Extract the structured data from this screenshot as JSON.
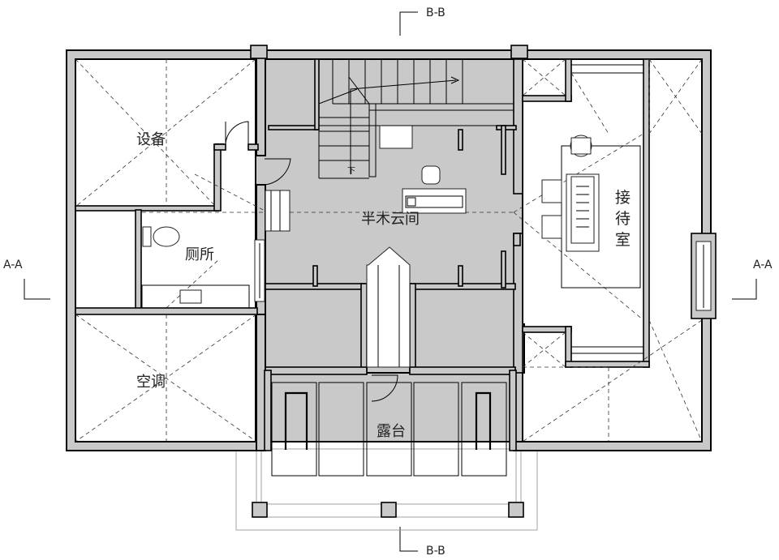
{
  "rooms": {
    "equipment": "设备",
    "toilet": "厕所",
    "ac": "空调",
    "half_wood": "半木云间",
    "reception": "接待室",
    "terrace": "露台"
  },
  "sections": {
    "b_top": "B-B",
    "b_bottom": "B-B",
    "a_left": "A-A",
    "a_right": "A-A"
  },
  "stair_down_mark": "下"
}
